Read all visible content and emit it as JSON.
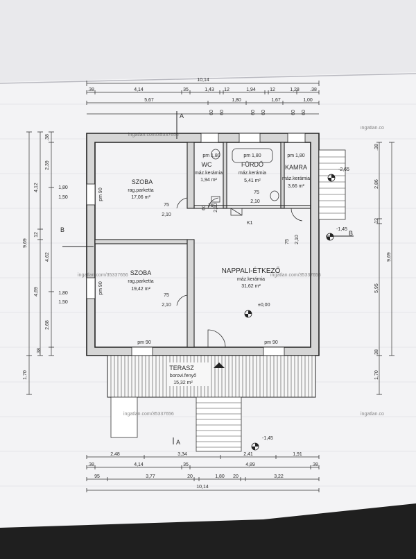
{
  "rooms": {
    "szoba1": {
      "name": "SZOBA",
      "floor": "rag.parketta",
      "area": "17,06 m²",
      "window_side": "pm 90",
      "door_w": "75",
      "door_h": "2,10",
      "window_side_dim1": "1,80",
      "window_side_dim2": "1,50"
    },
    "szoba2": {
      "name": "SZOBA",
      "floor": "rag.parketta",
      "area": "19,42 m²",
      "window_side": "pm 90",
      "window_bottom": "pm 90",
      "door_w": "75",
      "door_h": "2,10",
      "window_side_dim1": "1,80",
      "window_side_dim2": "1,50"
    },
    "wc": {
      "name": "WC",
      "floor": "máz.kerámia",
      "area": "1,94 m²",
      "window": "pm 1,80"
    },
    "furdo": {
      "name": "FÜRDŐ",
      "floor": "máz.kerámia",
      "area": "5,41 m²",
      "window": "pm 1,80",
      "door_w": "75",
      "door_h": "2,10"
    },
    "kamra": {
      "name": "KAMRA",
      "floor": "máz.kerámia",
      "area": "3,66 m²",
      "window": "pm 1,80"
    },
    "nappali": {
      "name": "NAPPALI-ÉTKEZŐ",
      "floor": "máz.kerámia",
      "area": "31,62 m²",
      "level": "±0,00",
      "window_bottom": "pm 90",
      "door_w": "75",
      "door_h": "2,10"
    },
    "terasz": {
      "name": "TERASZ",
      "floor": "borovi.fenyő",
      "area": "15,32 m²"
    }
  },
  "labels": {
    "k1": "K1",
    "section_a_top": "A",
    "section_a_bottom": "A",
    "section_b_left": "B",
    "section_b_right": "B",
    "level_stair_right": "-2,65",
    "level_right": "-1,45",
    "level_bottom": "-1,45",
    "watermark": "ingatlan.com/35337656",
    "watermark_corner": "ingatlan.co",
    "wc_door": "60",
    "wc_door_h": "2,10",
    "kamra_door_w": "75",
    "kamra_door_h": "2,10"
  },
  "dims_top": {
    "row1": [
      "10,14"
    ],
    "row2": [
      ".38",
      "4,14",
      "35",
      "1,43",
      "12",
      "1,94",
      "12",
      "1,28",
      ".38"
    ],
    "row3": [
      "5,67",
      "1,80",
      "1,67",
      "1,00"
    ],
    "row4": [
      "60",
      "60",
      "60",
      "60",
      "60",
      "60"
    ]
  },
  "dims_bottom": {
    "row1": [
      "2,48",
      "3,34",
      "2,41",
      "1,91"
    ],
    "row2": [
      ".38",
      "4,14",
      "35",
      "4,89",
      ".38"
    ],
    "row3": [
      "95",
      "3,77",
      "20",
      "1,80",
      "20",
      "3,22"
    ],
    "row4": [
      "10,14"
    ]
  },
  "dims_left": {
    "outer": [
      "9,69",
      "1,70"
    ],
    "mid": [
      "4,12",
      "4,62",
      "4,69",
      "2,68"
    ],
    "inner": [
      ".38",
      "2,39",
      "12",
      ".38"
    ]
  },
  "dims_right": {
    "outer": [
      "9,69",
      "1,70"
    ],
    "mid": [
      "2,86",
      "5,95"
    ],
    "inner": [
      ".38",
      "12",
      ".38"
    ]
  }
}
